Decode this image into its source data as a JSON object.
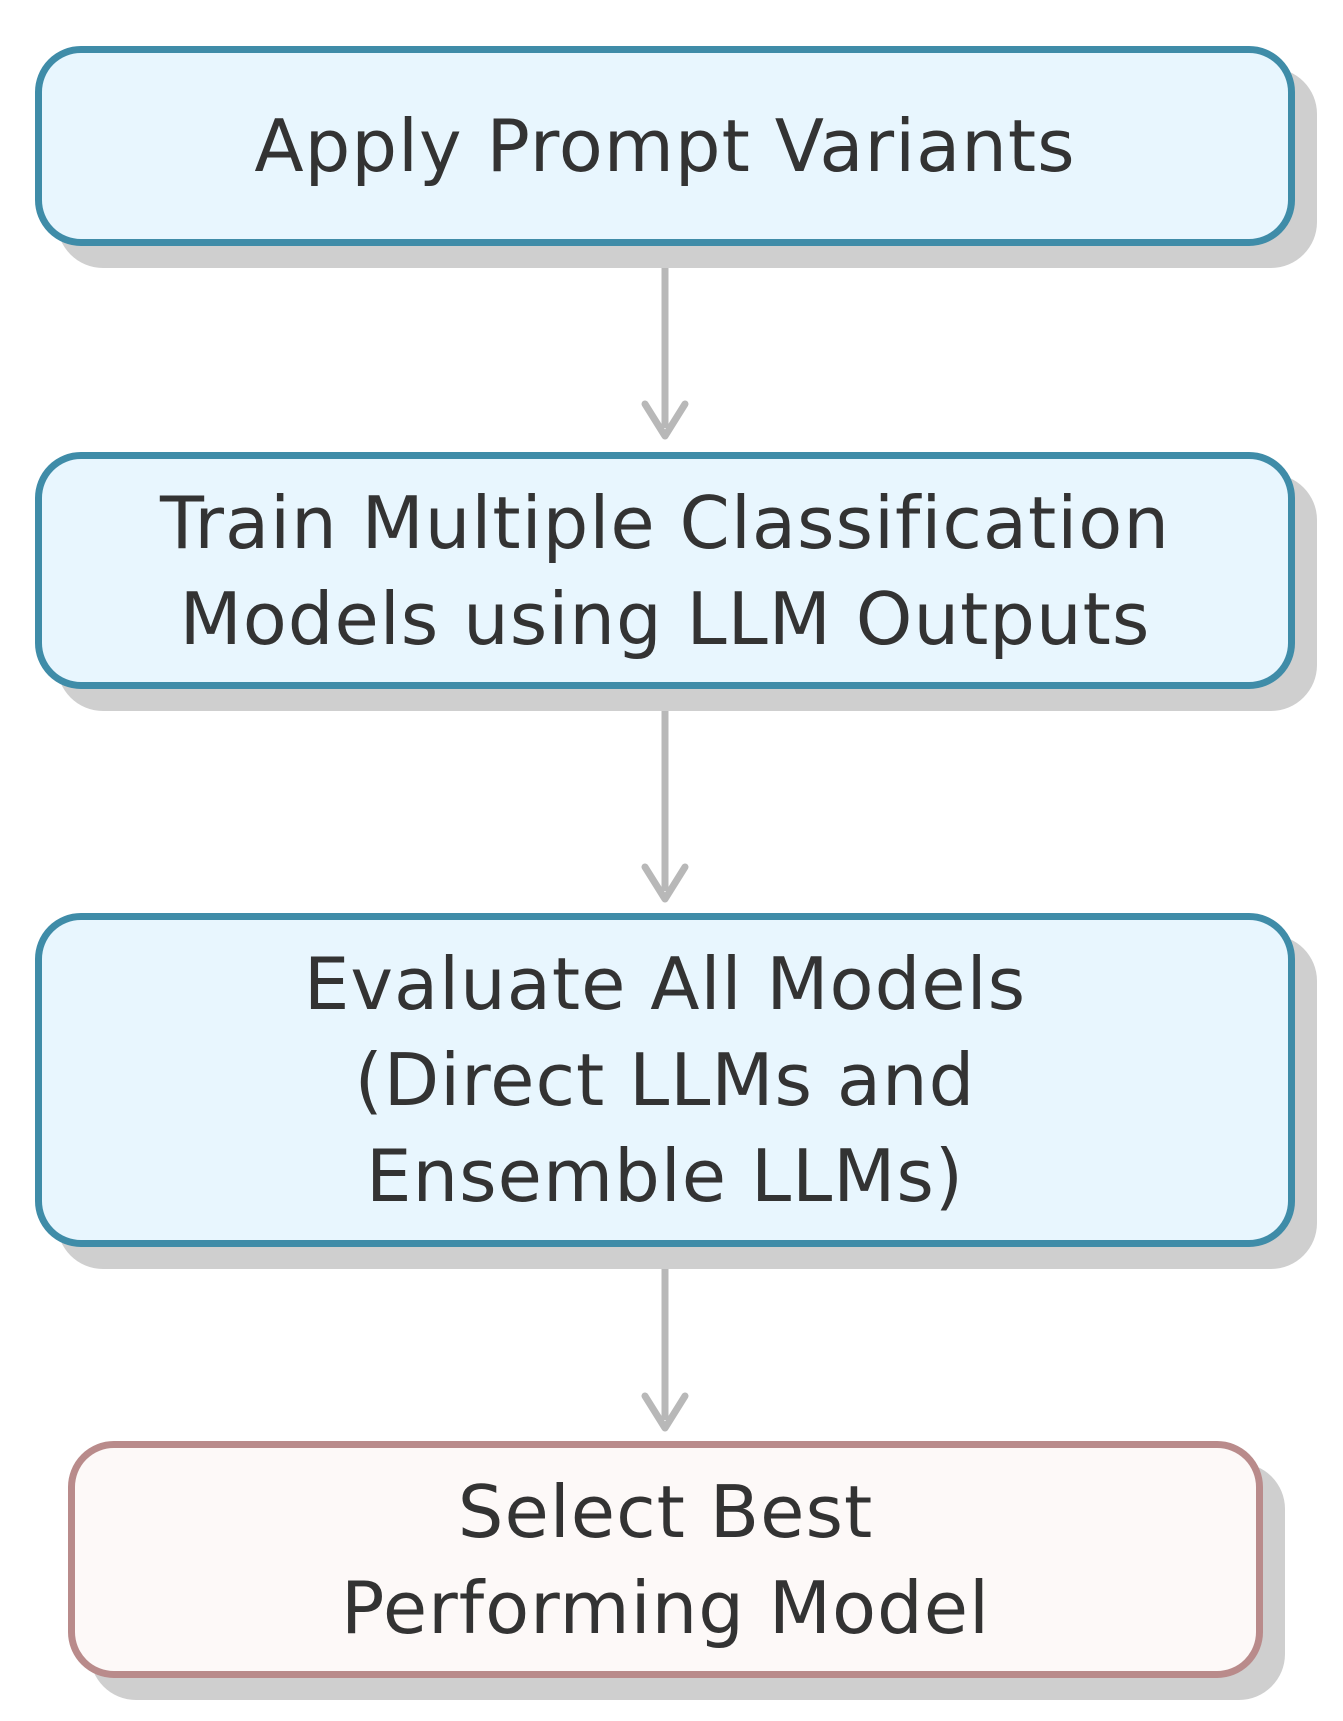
{
  "diagram": {
    "nodes": [
      {
        "id": "apply-prompt-variants",
        "label": "Apply Prompt Variants"
      },
      {
        "id": "train-models",
        "label": "Train Multiple Classification\nModels using LLM Outputs"
      },
      {
        "id": "evaluate-models",
        "label": "Evaluate All Models\n(Direct LLMs and\nEnsemble LLMs)"
      },
      {
        "id": "select-best",
        "label": "Select Best\nPerforming Model"
      }
    ],
    "edges": [
      {
        "from": "apply-prompt-variants",
        "to": "train-models"
      },
      {
        "from": "train-models",
        "to": "evaluate-models"
      },
      {
        "from": "evaluate-models",
        "to": "select-best"
      }
    ],
    "colors": {
      "process_border": "#3f8ca8",
      "process_fill": "#e8f6fe",
      "final_border": "#b98b8b",
      "final_fill": "#fdf9f8",
      "arrow": "#b8b8b8",
      "shadow": "#cfcfcf",
      "text": "#333333"
    }
  }
}
